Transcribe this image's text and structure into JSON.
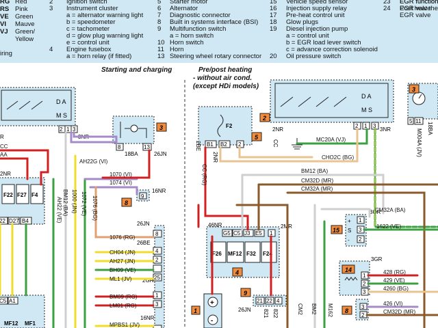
{
  "legend": {
    "colors": [
      {
        "code": "RG",
        "name": "Red"
      },
      {
        "code": "RS",
        "name": "Pink"
      },
      {
        "code": "VE",
        "name": "Green"
      },
      {
        "code": "VI",
        "name": "Mauve"
      },
      {
        "code": "VJ",
        "name": "Green/"
      },
      {
        "code": "",
        "name": "Yellow"
      }
    ],
    "wiring_word": "iring",
    "col2": [
      {
        "num": "2",
        "text": "Ignition switch"
      },
      {
        "num": "3",
        "text": "Instrument cluster"
      },
      {
        "num": "",
        "text": "a  = alternator warning light"
      },
      {
        "num": "",
        "text": "b  = speedometer"
      },
      {
        "num": "",
        "text": "c  = tachometer"
      },
      {
        "num": "",
        "text": "d  = glow plug warning light"
      },
      {
        "num": "",
        "text": "e  = control unit"
      },
      {
        "num": "4",
        "text": "Engine fusebox"
      },
      {
        "num": "",
        "text": "a  = horn relay (if fitted)"
      }
    ],
    "col3": [
      {
        "num": "5",
        "text": "Starter motor"
      },
      {
        "num": "6",
        "text": "Alternator"
      },
      {
        "num": "7",
        "text": "Diagnostic connector"
      },
      {
        "num": "8",
        "text": "Built in systems interface (BSI)"
      },
      {
        "num": "9",
        "text": "Multifunction switch"
      },
      {
        "num": "",
        "text": "a  = horn switch"
      },
      {
        "num": "10",
        "text": "Horn switch"
      },
      {
        "num": "11",
        "text": "Horn"
      },
      {
        "num": "13",
        "text": "Steering wheel rotary connector"
      }
    ],
    "col4": [
      {
        "num": "15",
        "text": "Vehicle speed sensor"
      },
      {
        "num": "16",
        "text": "Injection supply relay"
      },
      {
        "num": "17",
        "text": "Pre-heat control unit"
      },
      {
        "num": "18",
        "text": "Glow plugs"
      },
      {
        "num": "19",
        "text": "Diesel injection pump"
      },
      {
        "num": "",
        "text": "a  = control unit"
      },
      {
        "num": "",
        "text": "b  = EGR load lever switch"
      },
      {
        "num": "",
        "text": "c  = advance correction solenoid"
      },
      {
        "num": "20",
        "text": "Oil pressure switch"
      }
    ],
    "col5": [
      {
        "num": "23",
        "text": "EGR function"
      },
      {
        "num": "24",
        "text": "EGR valve"
      },
      {
        "num": "",
        "text": "Post heat the"
      },
      {
        "num": "",
        "text": "EGR valve"
      }
    ]
  },
  "sections": {
    "left": "Starting and charging",
    "right_line1": "Pre/post heating",
    "right_line2": "- without air cond.",
    "right_line3": "(except HDi models)"
  },
  "components": {
    "ign_switch_letters": "D A",
    "ign_switch_ms": "M S",
    "ign_pins": [
      "2",
      "1",
      "3"
    ],
    "ign_conn": "3NR",
    "ign_left_conn": "R",
    "cluster_badge": "3",
    "cluster_pins": [
      "8",
      "13"
    ],
    "cluster_conn": "18BA",
    "cluster_conn2": "26JN",
    "bsi_small_badge": "8",
    "bsi_small_pin": "9",
    "bsi_small_conn": "16NR",
    "fusebox_left_labels": [
      "F22",
      "F27",
      "F4"
    ],
    "fusebox_left_bottom": [
      "22",
      "D27",
      "B4"
    ],
    "fusebox_left_conn": "2NR",
    "fusebox_lower_pins": [
      "C5",
      "A1"
    ],
    "fusebox_lower_fuses": [
      "MF12",
      "MF1"
    ],
    "bsi_main_conn1": "26JN",
    "bsi_main_conn2": "26BE",
    "bsi_main_conn3": "2GR",
    "bsi_main_conn4": "16NR",
    "bsi_main_pins": [
      "8",
      "4",
      "2",
      "25",
      "1",
      "3"
    ],
    "relay_badge": "2",
    "relay_pins": [
      "2",
      "1",
      "3"
    ],
    "relay_conn_left": "2NR",
    "relay_conn_right": "3NR",
    "relay_letters": "D A",
    "relay_ms": "M S",
    "f2_label": "F2",
    "f2_pins": [
      "B1",
      "B2",
      "2"
    ],
    "f2_conn": "2NR",
    "f2_side": "2BE",
    "starter_badge": "5",
    "starter_cc": "CC",
    "tach_badge": "3",
    "tach_pins": [
      "5",
      "11"
    ],
    "tach_conn": "18BA",
    "tach_m": "M004A (JV)",
    "fusebox2_badge": "4",
    "fusebox2_conn": "46NR",
    "fusebox2_pins": [
      "G5",
      "C5",
      "J3",
      "E5",
      "1"
    ],
    "fusebox2_fuses": [
      "F26",
      "MF12",
      "F32",
      "F24"
    ],
    "fusebox2_right_conn": "2MR",
    "vss_badge": "15",
    "vss_conn": "3GR",
    "vss_pins": [
      "+",
      "S",
      "-"
    ],
    "vss_nums": [
      "1",
      "3",
      "2"
    ],
    "egr_badge": "14",
    "egr_conn": "3GR",
    "egr_pins": [
      "1",
      "2",
      "3"
    ],
    "ms_badge": "9",
    "ms_pins": [
      "21",
      "22",
      "4"
    ],
    "ms_conn": "26JN",
    "ms_vert": [
      "821",
      "822"
    ],
    "bsi_small2_badge": "8",
    "bsi_small2_pins": [
      "3",
      "2"
    ],
    "batt_badge": "1",
    "batt_plus": "+",
    "batt_minus": "-"
  },
  "wires_left": [
    {
      "label": "AH22G (VI)",
      "color": "#a58ac8"
    },
    {
      "label": "1070 (VI)",
      "color": "#a58ac8"
    },
    {
      "label": "1074 (VI)",
      "color": "#a58ac8"
    },
    {
      "label": "1076 (RG)",
      "color": "#e0a070"
    },
    {
      "label": "CH04 (JN)",
      "color": "#f0dc2a"
    },
    {
      "label": "AH27 (JN)",
      "color": "#f0dc2a"
    },
    {
      "label": "BH09 (VE)",
      "color": "#3aa040"
    },
    {
      "label": "ML1 (JV)",
      "color": "#f0dc2a"
    },
    {
      "label": "BM09 (RG)",
      "color": "#d02020"
    },
    {
      "label": "LM01 (RG)",
      "color": "#d02020"
    },
    {
      "label": "MPBS1 (JV)",
      "color": "#f0dc2a"
    },
    {
      "label": "AH22 (VE)",
      "color": "#3aa040"
    },
    {
      "label": "BM12 (BA)",
      "color": "#cfcfcf"
    },
    {
      "label": "1000 (JN)",
      "color": "#f0dc2a"
    },
    {
      "label": "1072 (VE)",
      "color": "#3aa040"
    },
    {
      "label": "1076 (BG)",
      "color": "#e0a070"
    },
    {
      "label": "CC",
      "color": "#d02020"
    },
    {
      "label": "AA",
      "color": "#d02020"
    }
  ],
  "wires_right": [
    {
      "label": "MC20A (VJ)",
      "color": "#3aa040"
    },
    {
      "label": "CHO2C (BG)",
      "color": "#e8c490"
    },
    {
      "label": "BM12 (BA)",
      "color": "#cfcfcf"
    },
    {
      "label": "CM32D (MR)",
      "color": "#8a5a2a"
    },
    {
      "label": "CM32A (MR)",
      "color": "#8a5a2a"
    },
    {
      "label": "CM32A (BA)",
      "color": "#cfcfcf"
    },
    {
      "label": "1622 (VE)",
      "color": "#3aa040"
    },
    {
      "label": "428 (RG)",
      "color": "#d02020"
    },
    {
      "label": "429 (VE)",
      "color": "#3aa040"
    },
    {
      "label": "4260 (BG)",
      "color": "#e8c490"
    },
    {
      "label": "426 (VI)",
      "color": "#a58ac8"
    },
    {
      "label": "CM32D (MR)",
      "color": "#8a5a2a"
    },
    {
      "label": "CC (RG)",
      "color": "#d02020"
    },
    {
      "label": "CM2",
      "color": "#8a5a2a"
    },
    {
      "label": "BM2",
      "color": "#cfcfcf"
    },
    {
      "label": "M162",
      "color": "#3aa040"
    }
  ],
  "ground": "MC20A (VJ)"
}
